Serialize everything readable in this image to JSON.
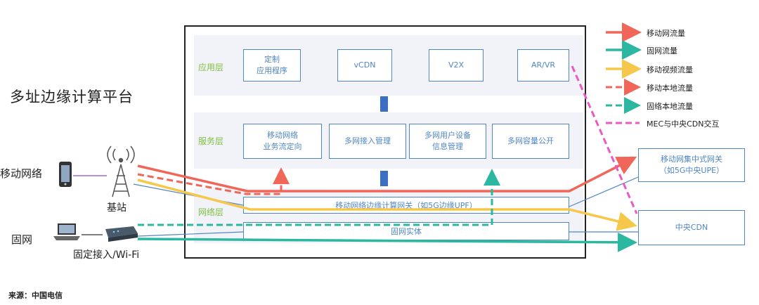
{
  "platform_title": "多址边缘计算平台",
  "layers": {
    "app": {
      "label": "应用层",
      "boxes": [
        "定制\n应用程序",
        "vCDN",
        "V2X",
        "AR/VR"
      ]
    },
    "service": {
      "label": "服务层",
      "boxes": [
        "移动网络\n业务流定向",
        "多网接入管理",
        "多网用户设备\n信息管理",
        "多网容量公开"
      ]
    },
    "network": {
      "label": "网络层",
      "upf_gateway": "移动网络边缘计算网关（如5G边缘UPF）",
      "fixed_entity": "固网实体"
    }
  },
  "external": {
    "mobile_core": "移动网集中式网关\n（如5G中央UPE）",
    "central_cdn": "中央CDN"
  },
  "access": {
    "mobile_network": "移动网络",
    "base_station": "基站",
    "fixed_network": "固网",
    "fixed_access": "固定接入/Wi-Fi"
  },
  "legend": [
    {
      "label": "移动网流量",
      "color": "#f0675a",
      "style": "solid"
    },
    {
      "label": "固网流量",
      "color": "#2bb7a0",
      "style": "solid"
    },
    {
      "label": "移动视频流量",
      "color": "#f5c84c",
      "style": "solid"
    },
    {
      "label": "移动本地流量",
      "color": "#f0675a",
      "style": "dashed"
    },
    {
      "label": "固络本地流量",
      "color": "#2bb7a0",
      "style": "dashed"
    },
    {
      "label": "MEC与中央CDN交互",
      "color": "#e85bc4",
      "style": "dashed"
    }
  ],
  "source": "来源：中国电信",
  "colors": {
    "box_border": "#4f86c6",
    "layer_label": "#7fbf3f",
    "connector": "#3b6fc4",
    "mobile_traffic": "#f0675a",
    "fixed_traffic": "#2bb7a0",
    "video_traffic": "#f5c84c",
    "mec_cdn": "#e85bc4"
  }
}
